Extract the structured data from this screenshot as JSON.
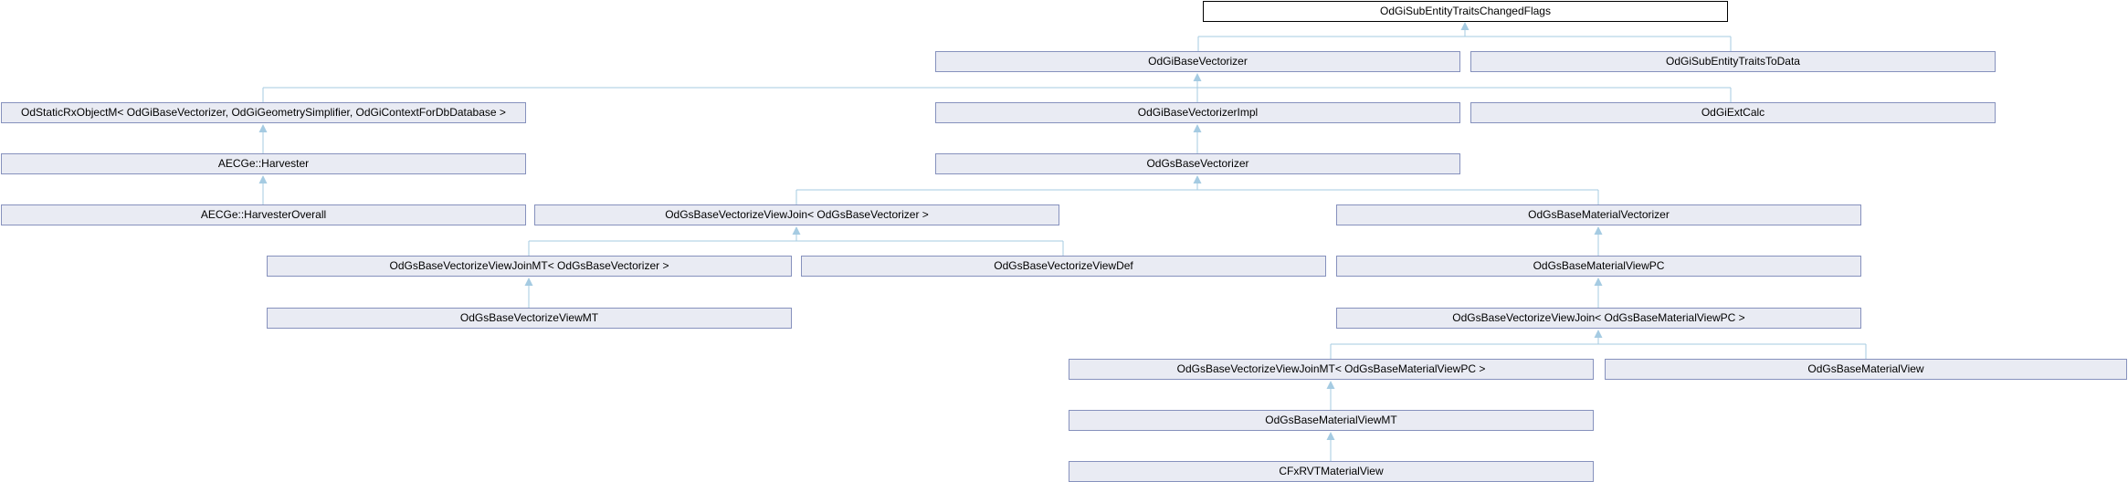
{
  "diagram": {
    "type": "inheritance-graph",
    "colors": {
      "node_fill": "#e9ebf3",
      "node_border": "#8691bd",
      "current_node_fill": "#ffffff",
      "current_node_border": "#000000",
      "edge": "#a5cbe2",
      "text": "#000000",
      "background": "#ffffff"
    },
    "nodes": [
      {
        "id": "odgi-sub-entity-traits-changed-flags",
        "label": "OdGiSubEntityTraitsChangedFlags",
        "current": true
      },
      {
        "id": "odgi-base-vectorizer",
        "label": "OdGiBaseVectorizer"
      },
      {
        "id": "odgi-sub-entity-traits-to-data",
        "label": "OdGiSubEntityTraitsToData"
      },
      {
        "id": "od-static-rx-object-m",
        "label": "OdStaticRxObjectM< OdGiBaseVectorizer, OdGiGeometrySimplifier, OdGiContextForDbDatabase >"
      },
      {
        "id": "odgi-base-vectorizer-impl",
        "label": "OdGiBaseVectorizerImpl"
      },
      {
        "id": "odgi-ext-calc",
        "label": "OdGiExtCalc"
      },
      {
        "id": "aecge-harvester",
        "label": "AECGe::Harvester"
      },
      {
        "id": "odgs-base-vectorizer",
        "label": "OdGsBaseVectorizer"
      },
      {
        "id": "aecge-harvester-overall",
        "label": "AECGe::HarvesterOverall"
      },
      {
        "id": "odgs-base-vectorize-view-join-base",
        "label": "OdGsBaseVectorizeViewJoin< OdGsBaseVectorizer >"
      },
      {
        "id": "odgs-base-material-vectorizer",
        "label": "OdGsBaseMaterialVectorizer"
      },
      {
        "id": "odgs-base-vectorize-view-join-mt-base",
        "label": "OdGsBaseVectorizeViewJoinMT< OdGsBaseVectorizer >"
      },
      {
        "id": "odgs-base-vectorize-view-def",
        "label": "OdGsBaseVectorizeViewDef"
      },
      {
        "id": "odgs-base-material-view-pc",
        "label": "OdGsBaseMaterialViewPC"
      },
      {
        "id": "odgs-base-vectorize-view-mt",
        "label": "OdGsBaseVectorizeViewMT"
      },
      {
        "id": "odgs-base-vectorize-view-join-pc",
        "label": "OdGsBaseVectorizeViewJoin< OdGsBaseMaterialViewPC >"
      },
      {
        "id": "odgs-base-vectorize-view-join-mt-pc",
        "label": "OdGsBaseVectorizeViewJoinMT< OdGsBaseMaterialViewPC >"
      },
      {
        "id": "odgs-base-material-view",
        "label": "OdGsBaseMaterialView"
      },
      {
        "id": "odgs-base-material-view-mt",
        "label": "OdGsBaseMaterialViewMT"
      },
      {
        "id": "cfx-rvt-material-view",
        "label": "CFxRVTMaterialView"
      }
    ],
    "edges": [
      {
        "from": "odgi-base-vectorizer",
        "to": "odgi-sub-entity-traits-changed-flags"
      },
      {
        "from": "odgi-sub-entity-traits-to-data",
        "to": "odgi-sub-entity-traits-changed-flags"
      },
      {
        "from": "od-static-rx-object-m",
        "to": "odgi-base-vectorizer"
      },
      {
        "from": "odgi-base-vectorizer-impl",
        "to": "odgi-base-vectorizer"
      },
      {
        "from": "odgi-ext-calc",
        "to": "odgi-base-vectorizer"
      },
      {
        "from": "aecge-harvester",
        "to": "od-static-rx-object-m"
      },
      {
        "from": "aecge-harvester-overall",
        "to": "aecge-harvester"
      },
      {
        "from": "odgs-base-vectorizer",
        "to": "odgi-base-vectorizer-impl"
      },
      {
        "from": "odgs-base-vectorize-view-join-base",
        "to": "odgs-base-vectorizer"
      },
      {
        "from": "odgs-base-material-vectorizer",
        "to": "odgs-base-vectorizer"
      },
      {
        "from": "odgs-base-vectorize-view-join-mt-base",
        "to": "odgs-base-vectorize-view-join-base"
      },
      {
        "from": "odgs-base-vectorize-view-def",
        "to": "odgs-base-vectorize-view-join-base"
      },
      {
        "from": "odgs-base-vectorize-view-mt",
        "to": "odgs-base-vectorize-view-join-mt-base"
      },
      {
        "from": "odgs-base-material-view-pc",
        "to": "odgs-base-material-vectorizer"
      },
      {
        "from": "odgs-base-vectorize-view-join-pc",
        "to": "odgs-base-material-view-pc"
      },
      {
        "from": "odgs-base-vectorize-view-join-mt-pc",
        "to": "odgs-base-vectorize-view-join-pc"
      },
      {
        "from": "odgs-base-material-view",
        "to": "odgs-base-vectorize-view-join-pc"
      },
      {
        "from": "odgs-base-material-view-mt",
        "to": "odgs-base-vectorize-view-join-mt-pc"
      },
      {
        "from": "cfx-rvt-material-view",
        "to": "odgs-base-material-view-mt"
      }
    ]
  }
}
